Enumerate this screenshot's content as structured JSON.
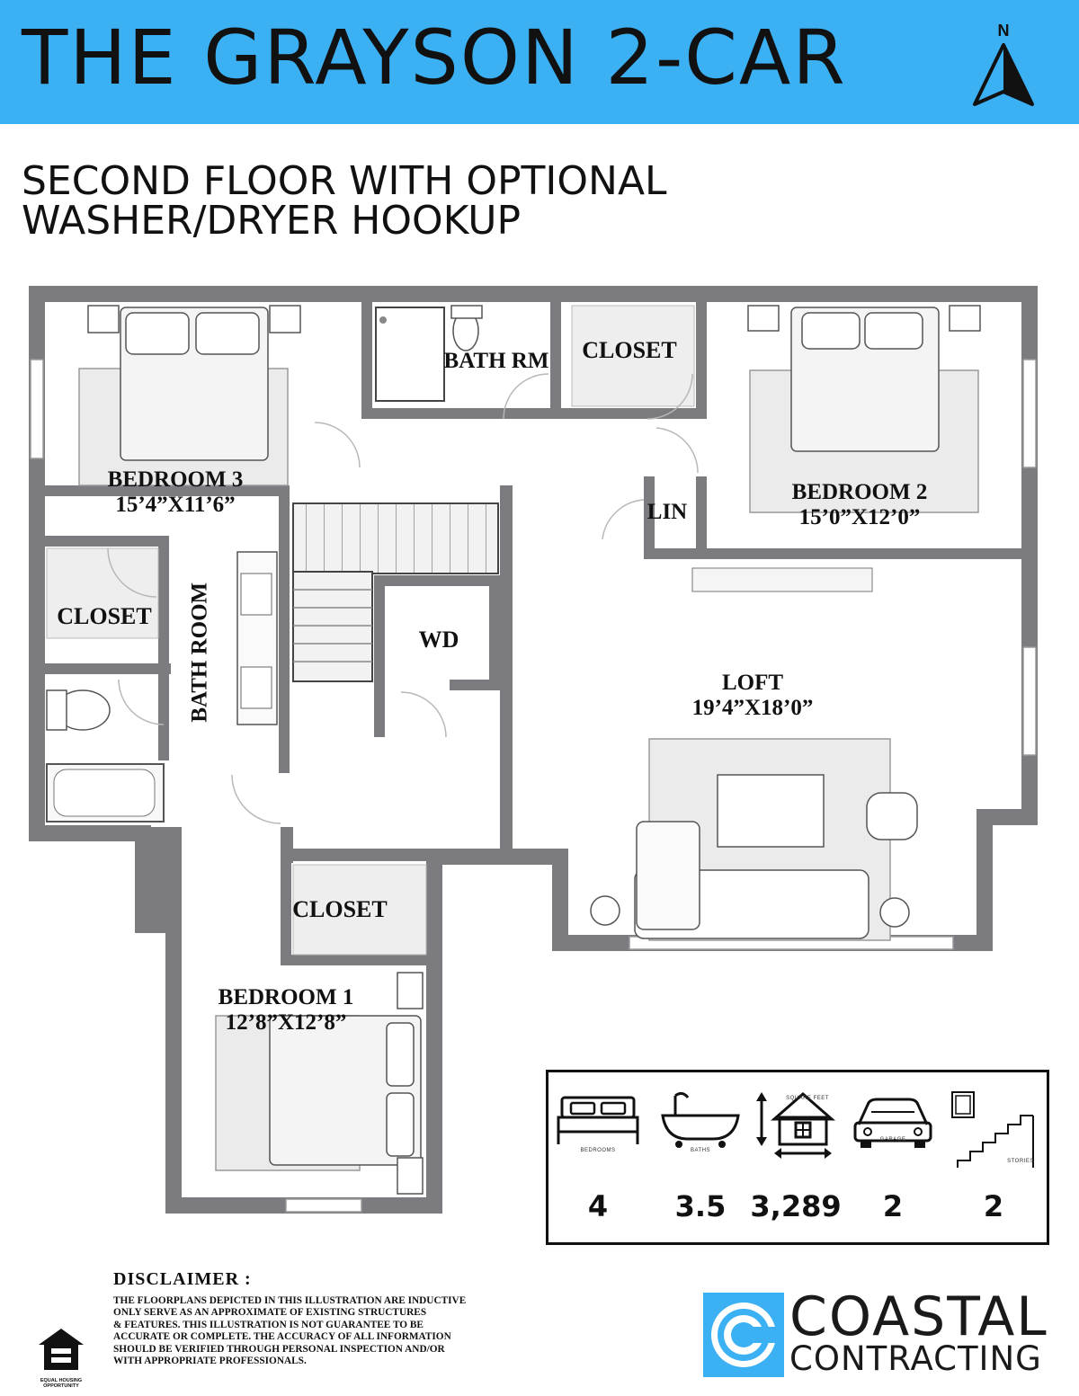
{
  "header": {
    "title": "THE GRAYSON 2-CAR",
    "compass_label": "N",
    "background_color": "#3bb0f3"
  },
  "subtitle": {
    "line1": "SECOND FLOOR WITH OPTIONAL",
    "line2": "WASHER/DRYER HOOKUP"
  },
  "rooms": {
    "bedroom3": {
      "name": "BEDROOM 3",
      "size": "15’4”X11’6”"
    },
    "bath_rm": {
      "name": "BATH RM"
    },
    "closet_top": {
      "name": "CLOSET"
    },
    "bedroom2": {
      "name": "BEDROOM 2",
      "size": "15’0”X12’0”"
    },
    "lin": {
      "name": "LIN"
    },
    "closet_left": {
      "name": "CLOSET"
    },
    "bath_room": {
      "name": "BATH ROOM"
    },
    "wd": {
      "name": "WD"
    },
    "loft": {
      "name": "LOFT",
      "size": "19’4”X18’0”"
    },
    "closet_bottom": {
      "name": "CLOSET"
    },
    "bedroom1": {
      "name": "BEDROOM 1",
      "size": "12’8”X12’8”"
    }
  },
  "stats": [
    {
      "icon": "bed-icon",
      "caption": "BEDROOMS",
      "value": "4"
    },
    {
      "icon": "bathtub-icon",
      "caption": "BATHS",
      "value": "3.5"
    },
    {
      "icon": "house-icon",
      "caption": "SQUARE FEET",
      "value": "3,289"
    },
    {
      "icon": "car-icon",
      "caption": "GARAGE",
      "value": "2"
    },
    {
      "icon": "stairs-icon",
      "caption": "STORIES",
      "value": "2"
    }
  ],
  "disclaimer": {
    "heading": "DISCLAIMER :",
    "lines": [
      "THE FLOORPLANS DEPICTED IN THIS ILLUSTRATION ARE INDUCTIVE",
      "ONLY SERVE AS AN APPROXIMATE OF EXISTING STRUCTURES",
      "& FEATURES. THIS ILLUSTRATION IS NOT GUARANTEE TO BE",
      "ACCURATE OR COMPLETE. THE ACCURACY OF ALL INFORMATION",
      "SHOULD BE VERIFIED THROUGH PERSONAL  INSPECTION AND/OR",
      "WITH APPROPRIATE PROFESSIONALS."
    ]
  },
  "equal_housing": {
    "line1": "EQUAL HOUSING",
    "line2": "OPPORTUNITY"
  },
  "logo": {
    "word1": "COASTAL",
    "word2": "CONTRACTING",
    "color": "#3bb0f3"
  }
}
